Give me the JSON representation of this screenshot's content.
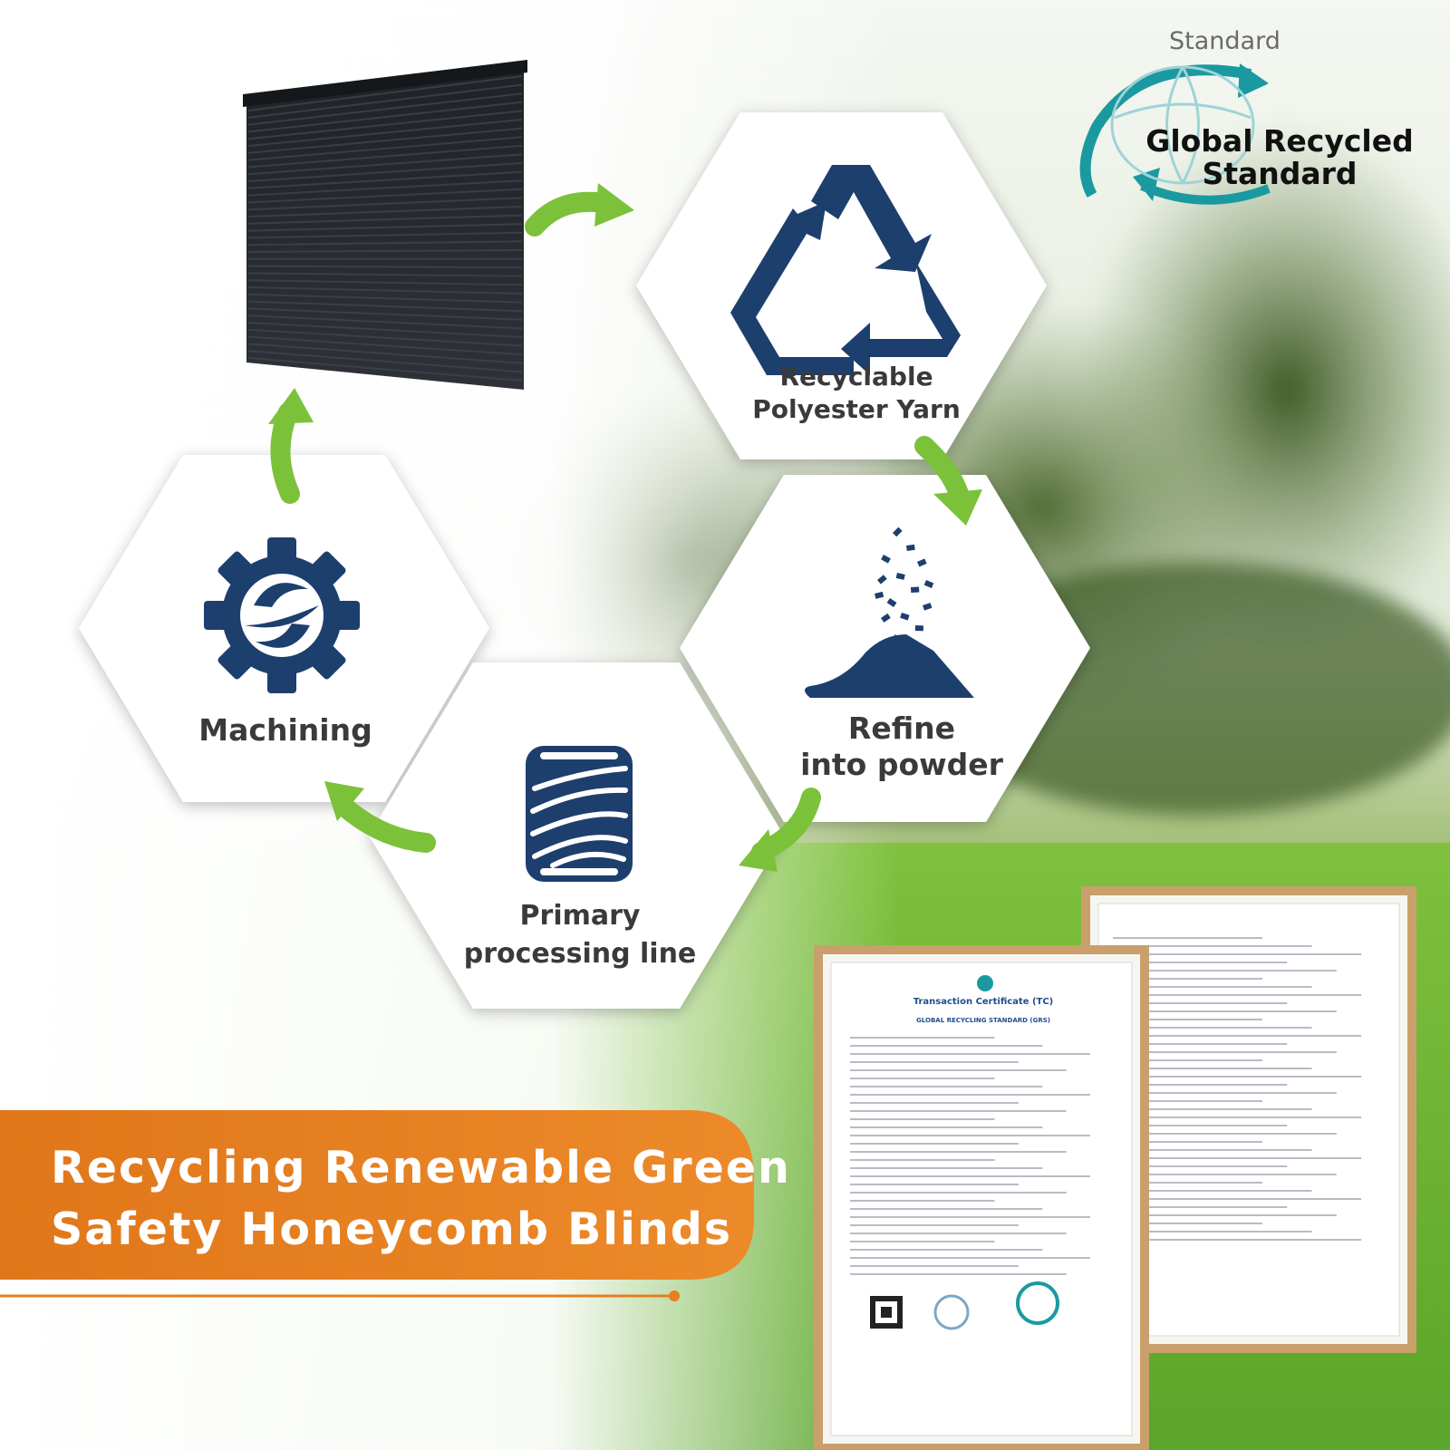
{
  "logo": {
    "standard_label": "Standard",
    "name_line1": "Global Recycled",
    "name_line2": "Standard"
  },
  "steps": [
    {
      "line1": "Recyclable",
      "line2": "Polyester Yarn",
      "icon": "recycle-triangle-icon"
    },
    {
      "line1": "Refine",
      "line2": "into powder",
      "icon": "powder-pile-icon"
    },
    {
      "line1": "Primary",
      "line2": "processing line",
      "icon": "yarn-spool-icon"
    },
    {
      "line1": "Machining",
      "line2": "",
      "icon": "gear-icon"
    }
  ],
  "banner": {
    "line1": "Recycling Renewable Green",
    "line2": "Safety Honeycomb Blinds"
  },
  "certificate": {
    "title": "Transaction Certificate (TC)",
    "subtitle": "GLOBAL RECYCLING STANDARD (GRS)"
  },
  "colors": {
    "navy": "#1d3f6e",
    "green_arrow": "#7cc13a",
    "orange": "#e57f1d",
    "teal": "#1a9aa0"
  }
}
